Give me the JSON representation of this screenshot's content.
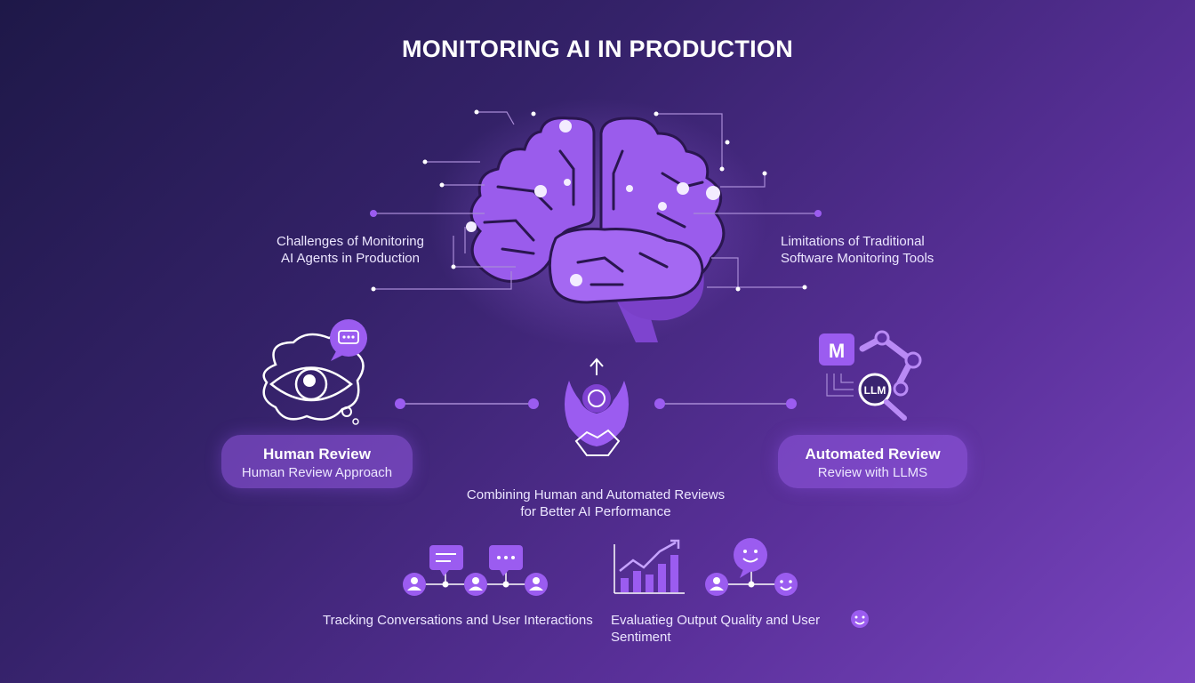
{
  "title": "MONITORING AI IN PRODUCTION",
  "labels": {
    "challenges_l1": "Challenges of Monitoring",
    "challenges_l2": "AI Agents in Production",
    "limitations_l1": "Limitations of Traditional",
    "limitations_l2": "Software Monitoring Tools",
    "combining_l1": "Combining Human and Automated Reviews",
    "combining_l2": "for Better AI Performance",
    "tracking": "Tracking Conversations and User Interactions",
    "evaluating_l1": "Evaluatieg Output Quality and User",
    "evaluating_l2": "Sentiment"
  },
  "human_review": {
    "title": "Human Review",
    "subtitle": "Human Review Approach"
  },
  "automated_review": {
    "title": "Automated Review",
    "subtitle": "Review with LLMS"
  },
  "icons": {
    "llm_badge": "LLM",
    "m_logo": "M"
  },
  "colors": {
    "accent": "#9b5cf0",
    "accent_light": "#b98af5",
    "text": "#ece6ff"
  }
}
